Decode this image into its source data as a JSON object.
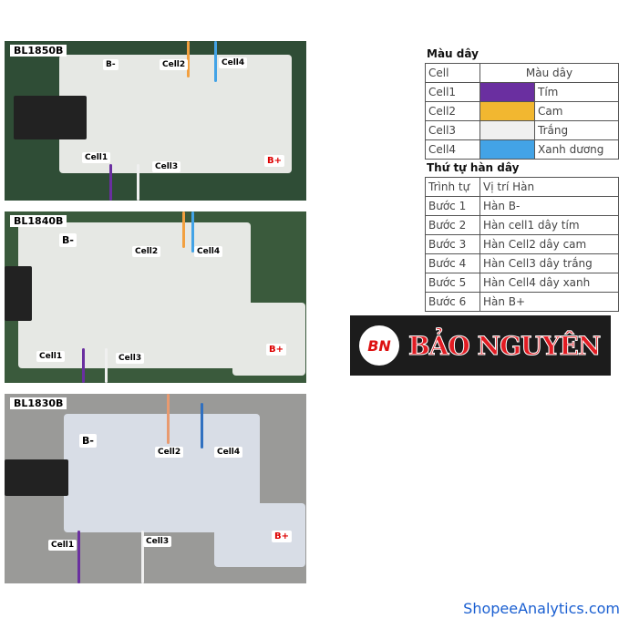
{
  "photos": [
    {
      "model": "BL1850B",
      "labels": {
        "bminus": "B-",
        "cell1": "Cell1",
        "cell2": "Cell2",
        "cell3": "Cell3",
        "cell4": "Cell4",
        "bplus": "B+"
      }
    },
    {
      "model": "BL1840B",
      "labels": {
        "bminus": "B-",
        "cell1": "Cell1",
        "cell2": "Cell2",
        "cell3": "Cell3",
        "cell4": "Cell4",
        "bplus": "B+"
      }
    },
    {
      "model": "BL1830B",
      "labels": {
        "bminus": "B-",
        "cell1": "Cell1",
        "cell2": "Cell2",
        "cell3": "Cell3",
        "cell4": "Cell4",
        "bplus": "B+"
      }
    }
  ],
  "wire_colors": {
    "title": "Màu dây",
    "headers": [
      "Cell",
      "Màu dây"
    ],
    "rows": [
      {
        "cell": "Cell1",
        "color": "#6a2fa0",
        "name": "Tím"
      },
      {
        "cell": "Cell2",
        "color": "#f2b730",
        "name": "Cam"
      },
      {
        "cell": "Cell3",
        "color": "#f0f0f0",
        "name": "Trắng"
      },
      {
        "cell": "Cell4",
        "color": "#43a3e6",
        "name": "Xanh dương"
      }
    ]
  },
  "solder_order": {
    "title": "Thứ tự hàn dây",
    "headers": [
      "Trình tự",
      "Vị trí Hàn"
    ],
    "rows": [
      [
        "Bước 1",
        "Hàn B-"
      ],
      [
        "Bước 2",
        "Hàn cell1 dây tím"
      ],
      [
        "Bước 3",
        "Hàn Cell2 dây cam"
      ],
      [
        "Bước 4",
        "Hàn Cell3 dây trắng"
      ],
      [
        "Bước 5",
        "Hàn Cell4 dây xanh"
      ],
      [
        "Bước 6",
        "Hàn B+"
      ]
    ]
  },
  "logo": {
    "mark": "BN",
    "text": "BẢO NGUYÊN"
  },
  "footer": "ShopeeAnalytics.com"
}
